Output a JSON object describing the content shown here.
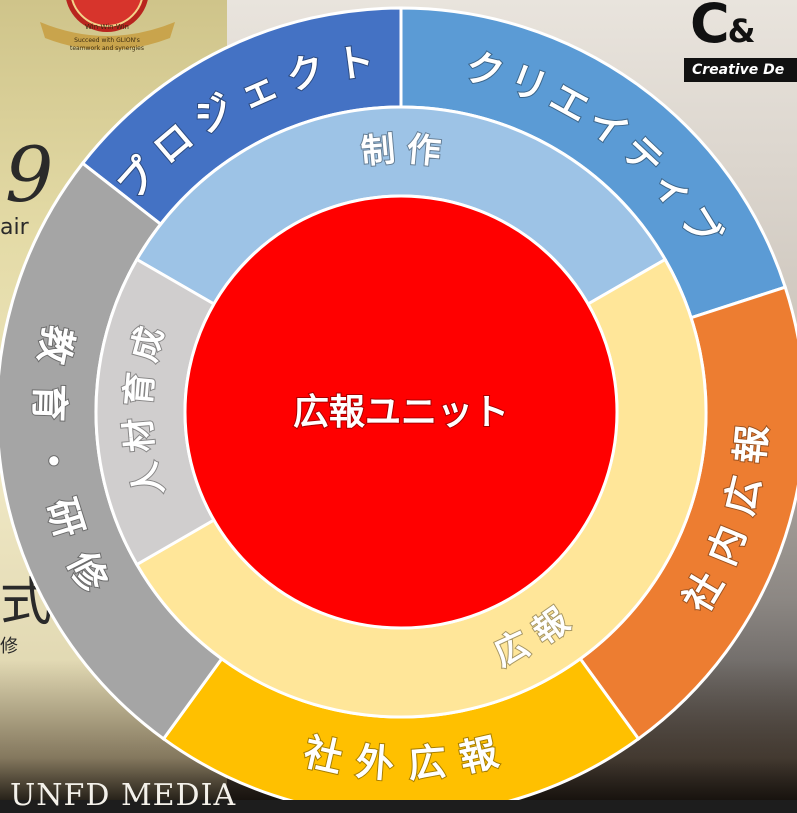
{
  "background": {
    "numeral": "9",
    "fragment_air": "air",
    "fragment_kanji": "式",
    "fragment_shu": "修",
    "bottom_text": "UNFD MEDIA",
    "brand_letter": "C",
    "brand_amp": "&",
    "brand_tagline": "Creative De",
    "emblem_banner": "Win-Win-Win",
    "emblem_motto_1": "Succeed with GLION's",
    "emblem_motto_2": "teamwork and synergies"
  },
  "diagram": {
    "center_label": "広報ユニット",
    "center_color": "#ff0000",
    "inner_ring": [
      {
        "label": "制作",
        "color": "#9dc3e6"
      },
      {
        "label": "広報",
        "color": "#ffe699"
      },
      {
        "label": "人材育成",
        "color": "#d0cece"
      }
    ],
    "outer_ring": [
      {
        "label": "プロジェクト",
        "color": "#4472c4"
      },
      {
        "label": "クリエイティブ",
        "color": "#5b9bd5"
      },
      {
        "label": "社内広報",
        "color": "#ed7d31"
      },
      {
        "label": "社外広報",
        "color": "#ffc000"
      },
      {
        "label": "教育・研修",
        "color": "#a5a5a5"
      }
    ]
  }
}
